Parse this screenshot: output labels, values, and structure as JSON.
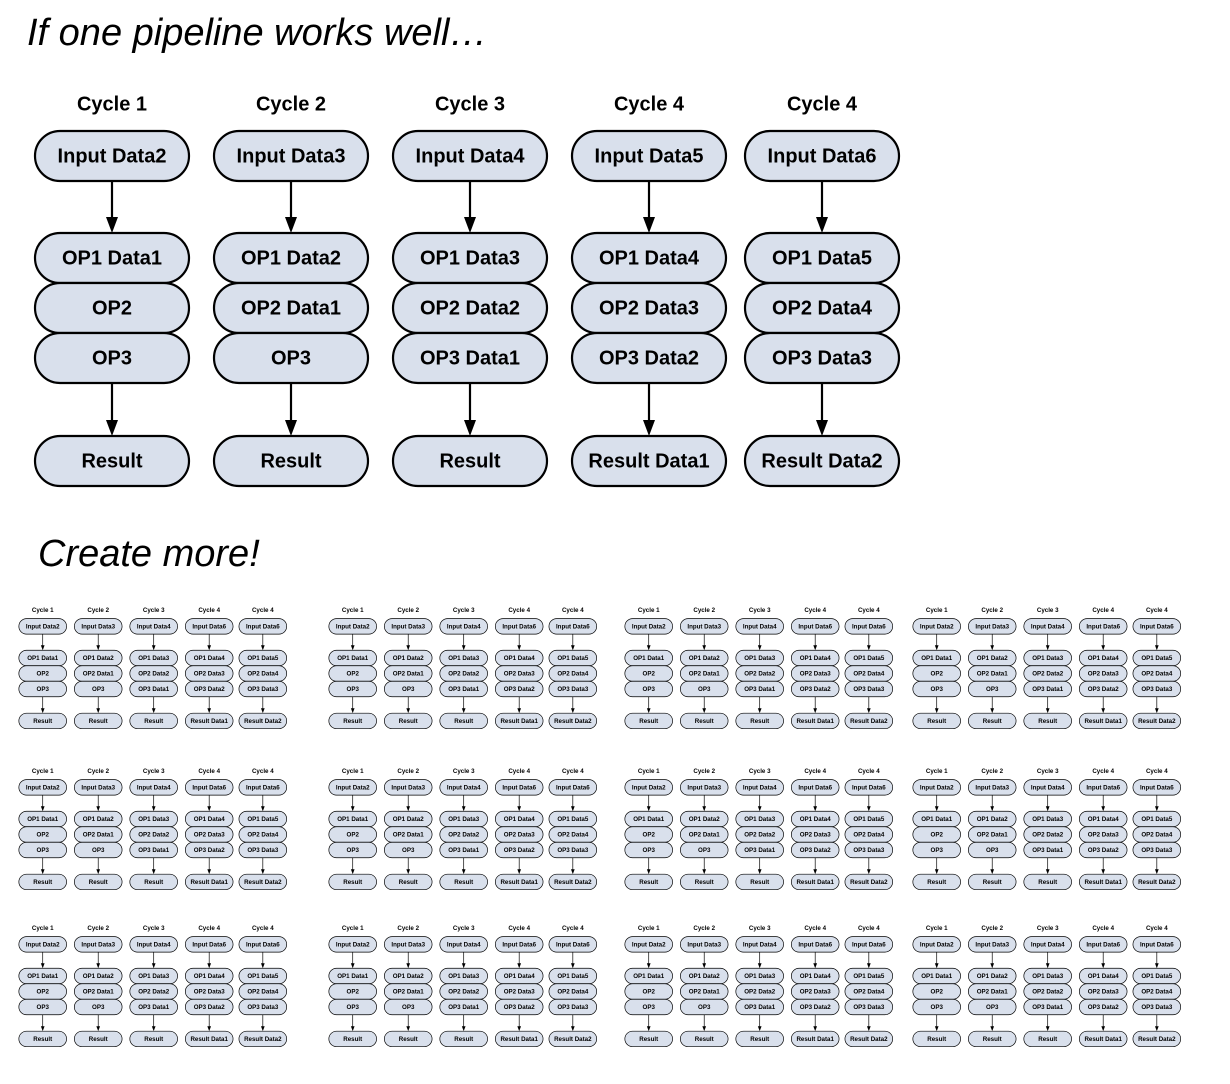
{
  "headings": {
    "top": "If one pipeline works well…",
    "bottom": "Create more!"
  },
  "pipeline": {
    "columns": [
      {
        "cycle": "Cycle 1",
        "input": "Input Data2",
        "ops": [
          "OP1 Data1",
          "OP2",
          "OP3"
        ],
        "result": "Result"
      },
      {
        "cycle": "Cycle 2",
        "input": "Input Data3",
        "ops": [
          "OP1 Data2",
          "OP2 Data1",
          "OP3"
        ],
        "result": "Result"
      },
      {
        "cycle": "Cycle 3",
        "input": "Input Data4",
        "ops": [
          "OP1 Data3",
          "OP2 Data2",
          "OP3 Data1"
        ],
        "result": "Result"
      },
      {
        "cycle": "Cycle 4",
        "input": "Input Data5",
        "ops": [
          "OP1 Data4",
          "OP2 Data3",
          "OP3 Data2"
        ],
        "result": "Result Data1"
      },
      {
        "cycle": "Cycle 4",
        "input": "Input Data6",
        "ops": [
          "OP1 Data5",
          "OP2 Data4",
          "OP3 Data3"
        ],
        "result": "Result Data2"
      }
    ]
  },
  "small_pipeline": {
    "rows": 3,
    "cols": 4,
    "columns": [
      {
        "cycle": "Cycle 1",
        "input": "Input Data2",
        "ops": [
          "OP1 Data1",
          "OP2",
          "OP3"
        ],
        "result": "Result"
      },
      {
        "cycle": "Cycle 2",
        "input": "Input Data3",
        "ops": [
          "OP1 Data2",
          "OP2 Data1",
          "OP3"
        ],
        "result": "Result"
      },
      {
        "cycle": "Cycle 3",
        "input": "Input Data4",
        "ops": [
          "OP1 Data3",
          "OP2 Data2",
          "OP3 Data1"
        ],
        "result": "Result"
      },
      {
        "cycle": "Cycle 4",
        "input": "Input Data6",
        "ops": [
          "OP1 Data4",
          "OP2 Data3",
          "OP3 Data2"
        ],
        "result": "Result Data1"
      },
      {
        "cycle": "Cycle 4",
        "input": "Input Data6",
        "ops": [
          "OP1 Data5",
          "OP2 Data4",
          "OP3 Data3"
        ],
        "result": "Result Data2"
      }
    ]
  },
  "colors": {
    "node_fill": "#d9e0ec",
    "stroke": "#000000"
  }
}
